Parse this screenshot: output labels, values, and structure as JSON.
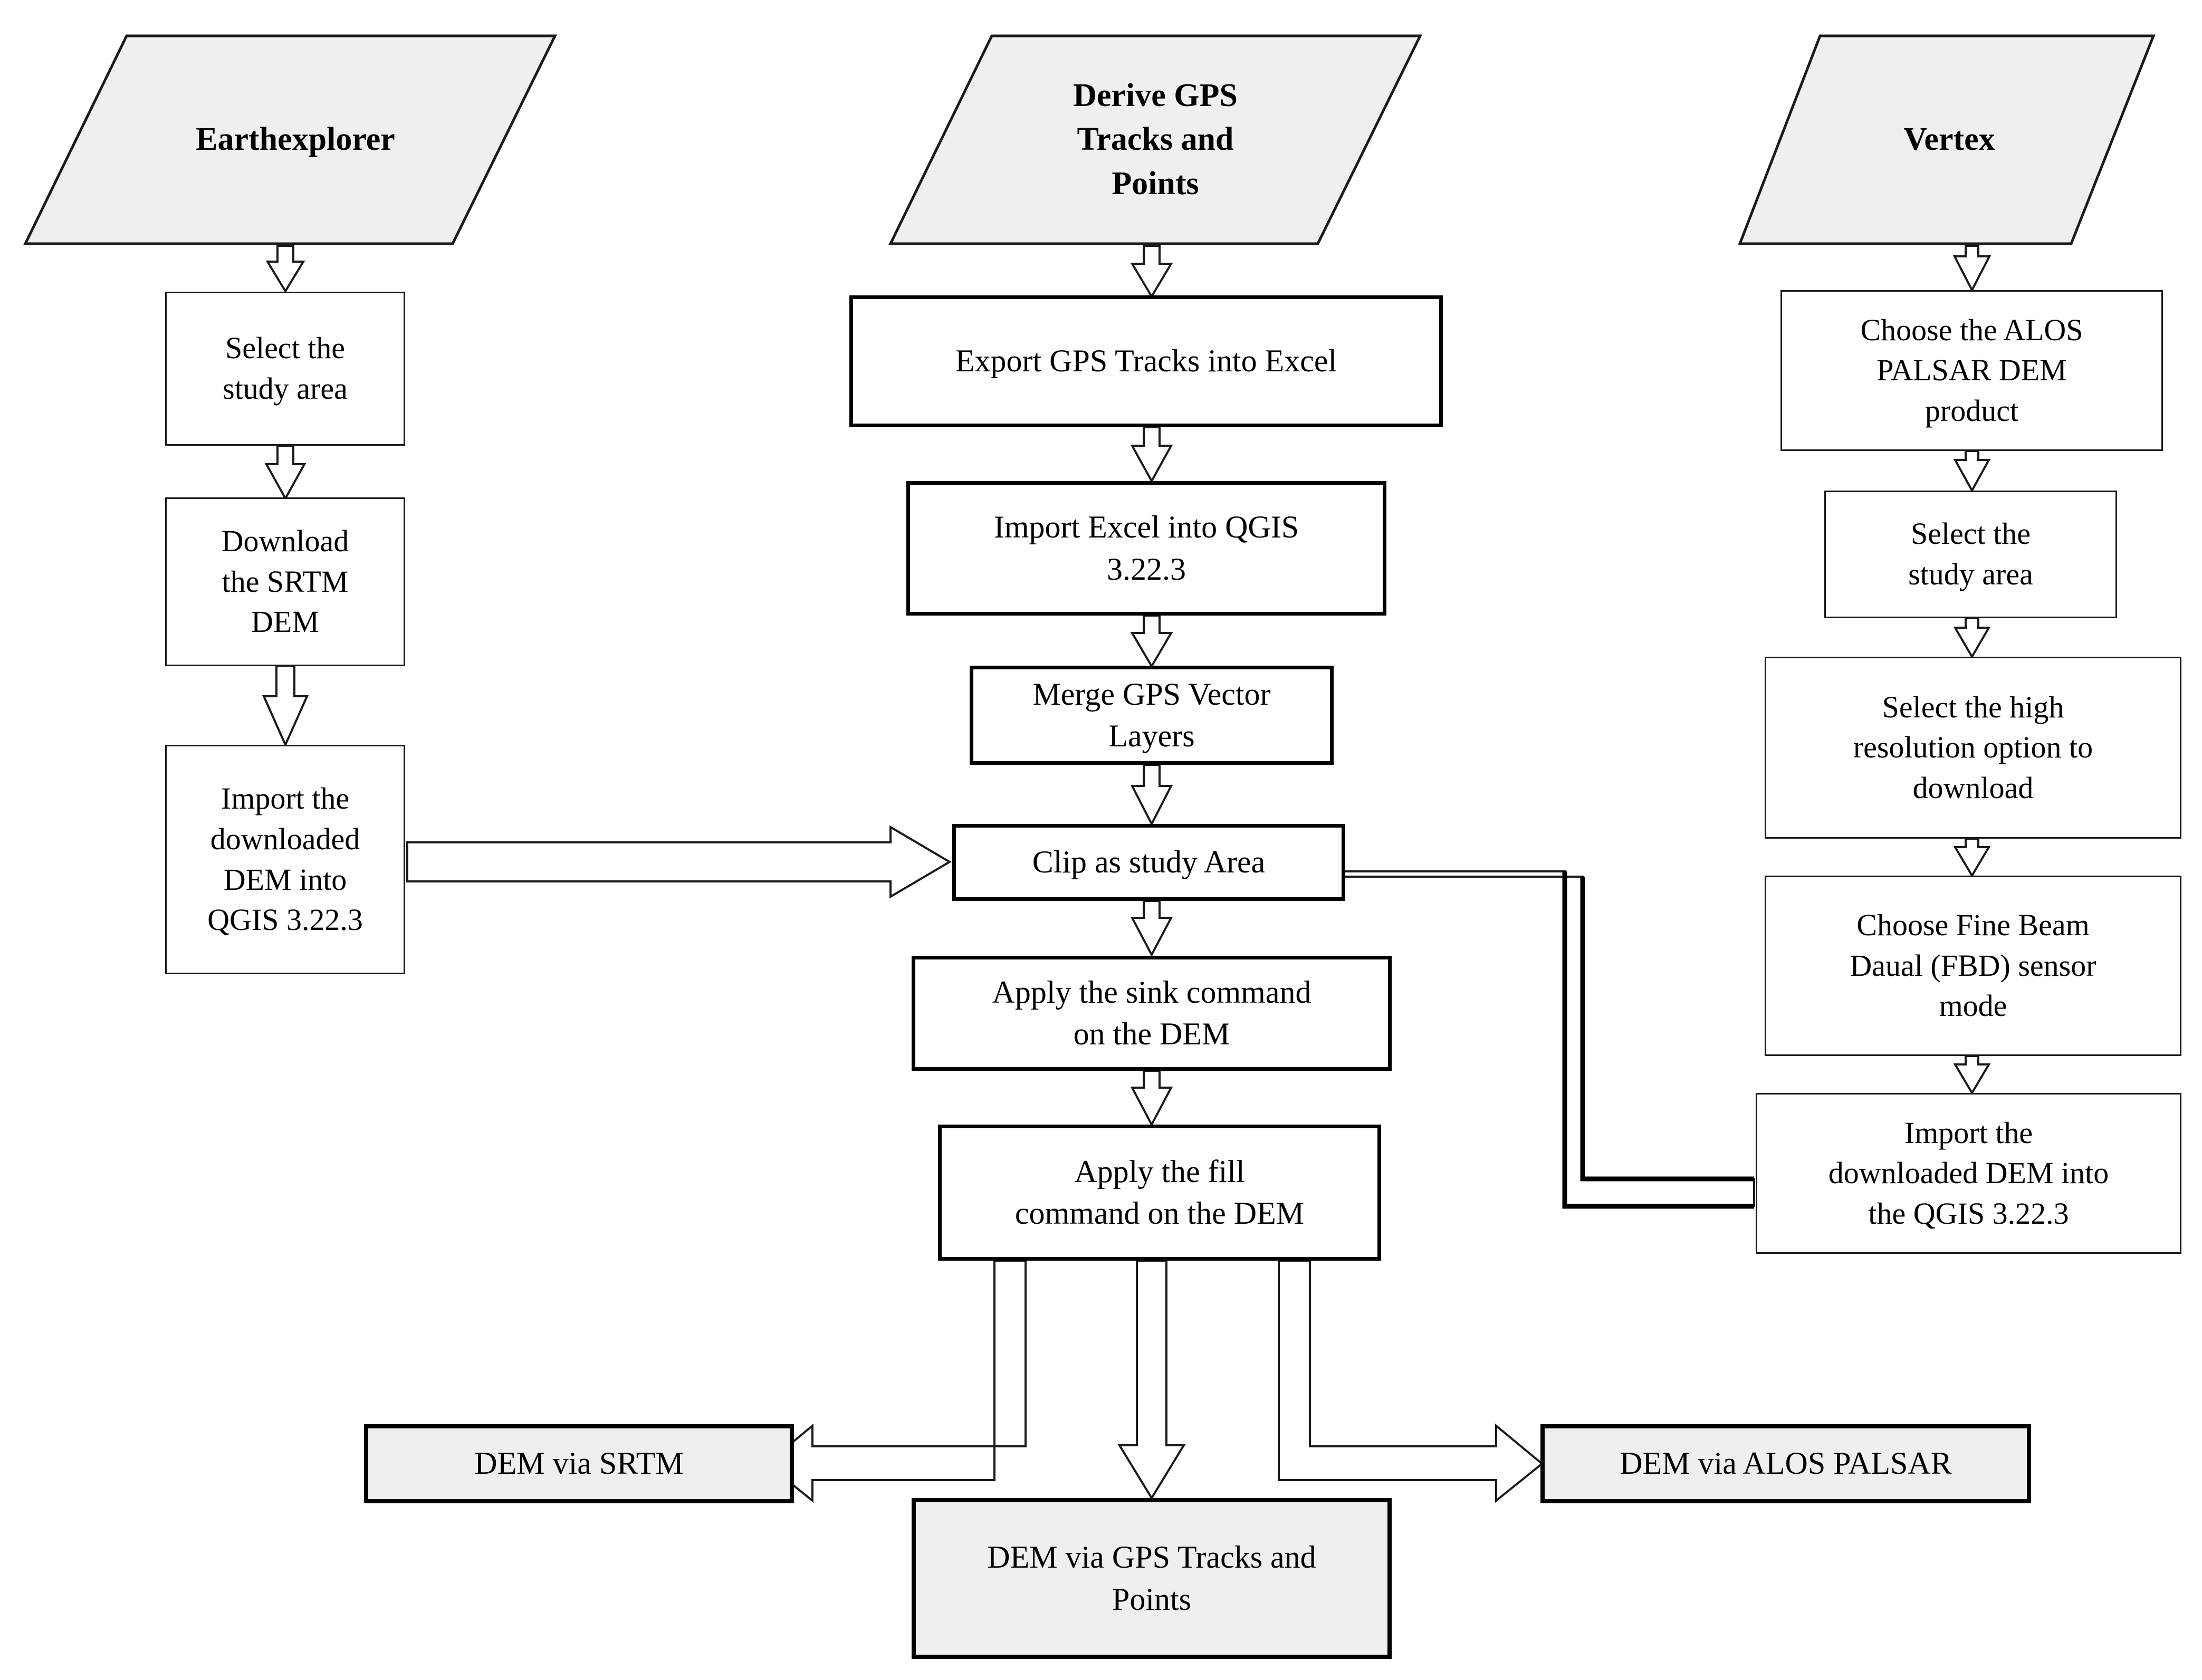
{
  "diagram": {
    "title": "DEM generation workflow flowchart",
    "colors": {
      "stroke": "#000000",
      "box_fill": "#ffffff",
      "terminator_fill": "#efefef",
      "text": "#000000",
      "background": "#ffffff"
    }
  },
  "columns": {
    "left": {
      "source": {
        "label": "Earthexplorer"
      },
      "steps": [
        {
          "id": "L1",
          "label": "Select the\nstudy area"
        },
        {
          "id": "L2",
          "label": "Download\nthe SRTM\nDEM"
        },
        {
          "id": "L3",
          "label": "Import the\ndownloaded\nDEM into\nQGIS 3.22.3"
        }
      ]
    },
    "middle": {
      "source": {
        "label": "Derive GPS\nTracks and\nPoints"
      },
      "steps": [
        {
          "id": "M1",
          "label": "Export GPS Tracks into Excel"
        },
        {
          "id": "M2",
          "label": "Import Excel into QGIS\n3.22.3"
        },
        {
          "id": "M3",
          "label": "Merge GPS Vector\nLayers"
        },
        {
          "id": "M4",
          "label": "Clip as study Area"
        },
        {
          "id": "M5",
          "label": "Apply the sink command\non the DEM"
        },
        {
          "id": "M6",
          "label": "Apply the fill\ncommand on the DEM"
        }
      ]
    },
    "right": {
      "source": {
        "label": "Vertex"
      },
      "steps": [
        {
          "id": "R1",
          "label": "Choose the ALOS\nPALSAR DEM\nproduct"
        },
        {
          "id": "R2",
          "label": "Select the\nstudy area"
        },
        {
          "id": "R3",
          "label": "Select the high\nresolution option to\ndownload"
        },
        {
          "id": "R4",
          "label": "Choose Fine Beam\nDaual (FBD) sensor\nmode"
        },
        {
          "id": "R5",
          "label": "Import the\ndownloaded DEM into\nthe QGIS 3.22.3"
        }
      ]
    }
  },
  "outputs": [
    {
      "id": "O1",
      "label": "DEM via SRTM"
    },
    {
      "id": "O2",
      "label": "DEM via GPS Tracks and\nPoints"
    },
    {
      "id": "O3",
      "label": "DEM via ALOS PALSAR"
    }
  ],
  "connections": [
    {
      "from": "Earthexplorer",
      "to": "L1",
      "type": "block-arrow-down"
    },
    {
      "from": "L1",
      "to": "L2",
      "type": "block-arrow-down"
    },
    {
      "from": "L2",
      "to": "L3",
      "type": "block-arrow-down"
    },
    {
      "from": "L3",
      "to": "M4",
      "type": "block-arrow-right"
    },
    {
      "from": "Derive GPS Tracks and Points",
      "to": "M1",
      "type": "block-arrow-down"
    },
    {
      "from": "M1",
      "to": "M2",
      "type": "block-arrow-down"
    },
    {
      "from": "M2",
      "to": "M3",
      "type": "block-arrow-down"
    },
    {
      "from": "M3",
      "to": "M4",
      "type": "block-arrow-down"
    },
    {
      "from": "M4",
      "to": "M5",
      "type": "block-arrow-down"
    },
    {
      "from": "M5",
      "to": "M6",
      "type": "block-arrow-down"
    },
    {
      "from": "M6",
      "to": "O1",
      "type": "elbow-arrow-left"
    },
    {
      "from": "M6",
      "to": "O2",
      "type": "block-arrow-down"
    },
    {
      "from": "M6",
      "to": "O3",
      "type": "elbow-arrow-right"
    },
    {
      "from": "Vertex",
      "to": "R1",
      "type": "block-arrow-down"
    },
    {
      "from": "R1",
      "to": "R2",
      "type": "block-arrow-down"
    },
    {
      "from": "R2",
      "to": "R3",
      "type": "block-arrow-down"
    },
    {
      "from": "R3",
      "to": "R4",
      "type": "block-arrow-down"
    },
    {
      "from": "R4",
      "to": "R5",
      "type": "block-arrow-down"
    },
    {
      "from": "R5",
      "to": "M4",
      "type": "elbow-arrow-left"
    }
  ]
}
